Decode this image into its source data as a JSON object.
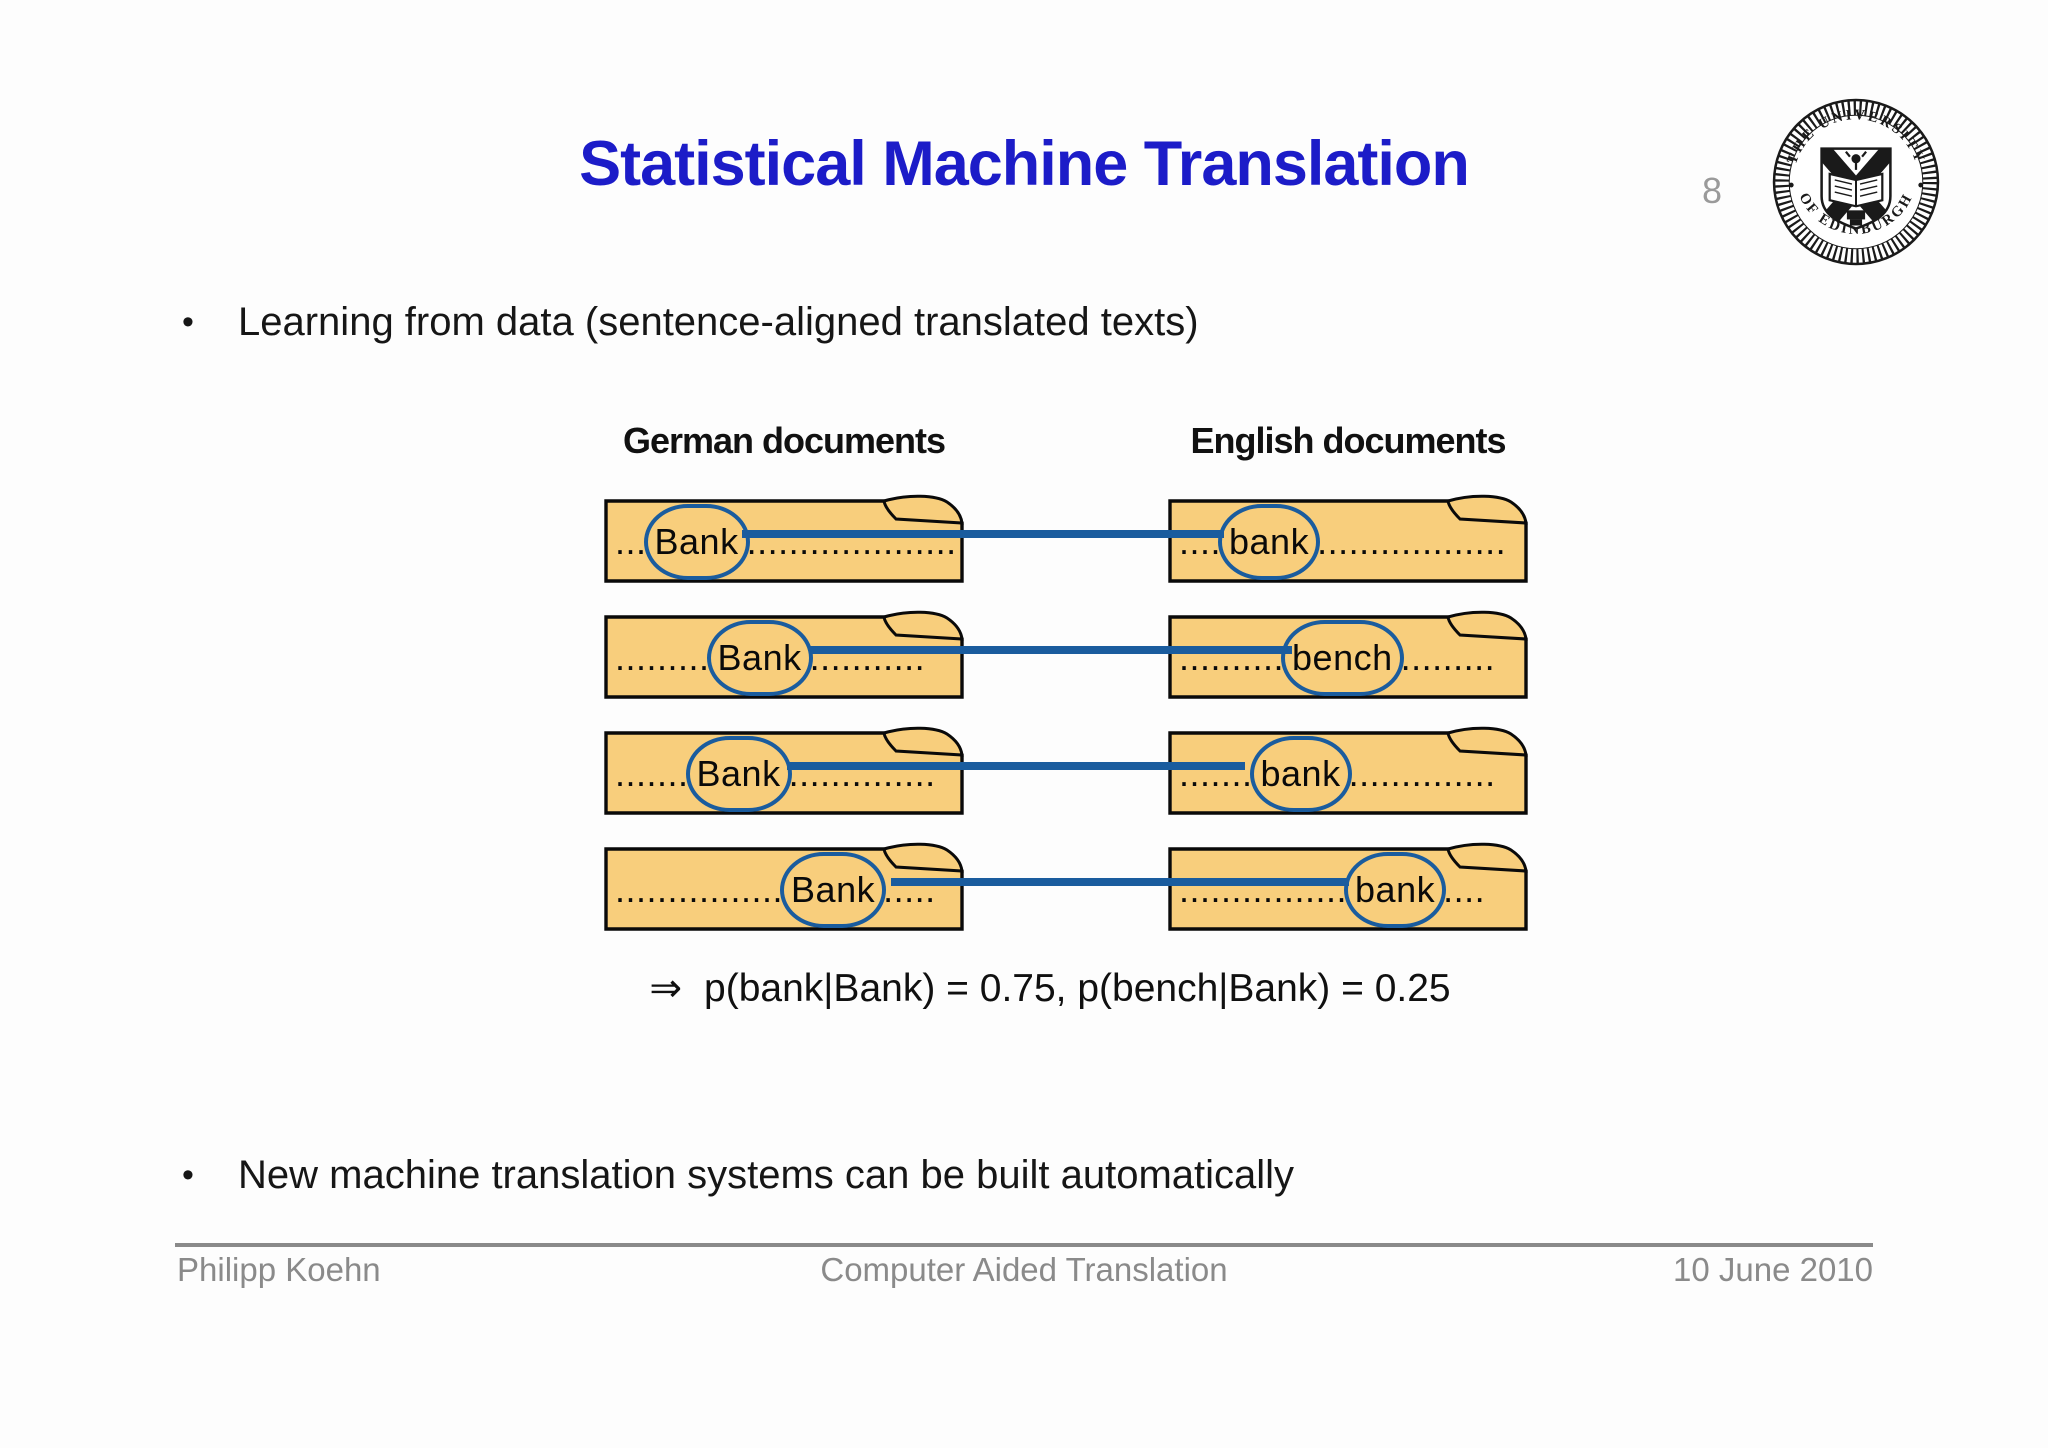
{
  "slide": {
    "title": "Statistical Machine Translation",
    "page_number": "8",
    "bullet_char": "•",
    "bullet1": "Learning from data (sentence-aligned translated texts)",
    "bullet2": "New machine translation systems can be built automatically",
    "formula_arrow": "⇒",
    "formula": "p(bank|Bank) = 0.75, p(bench|Bank) = 0.25",
    "footer": {
      "author": "Philipp Koehn",
      "center": "Computer Aided Translation",
      "date": "10 June 2010"
    },
    "logo": {
      "top_text": "THE UNIVERSITY",
      "bottom_text": "OF EDINBURGH"
    }
  },
  "diagram": {
    "german_header": "German documents",
    "english_header": "English documents",
    "rows": [
      {
        "german": {
          "pre": "...",
          "word": "Bank",
          "post": "...................."
        },
        "english": {
          "pre": "....",
          "word": "bank",
          "post": ".................."
        }
      },
      {
        "german": {
          "pre": ".........",
          "word": "Bank",
          "post": "..........."
        },
        "english": {
          "pre": "..........",
          "word": "bench",
          "post": "........."
        }
      },
      {
        "german": {
          "pre": ".......",
          "word": "Bank",
          "post": ".............."
        },
        "english": {
          "pre": ".......",
          "word": "bank",
          "post": ".............."
        }
      },
      {
        "german": {
          "pre": "................",
          "word": "Bank",
          "post": "....."
        },
        "english": {
          "pre": "................",
          "word": "bank",
          "post": "...."
        }
      }
    ]
  },
  "colors": {
    "title_blue": "#1C1CC8",
    "link_blue": "#1A5C9E",
    "document_fill": "#F8CE7C",
    "footer_gray": "#8A8A8A"
  }
}
